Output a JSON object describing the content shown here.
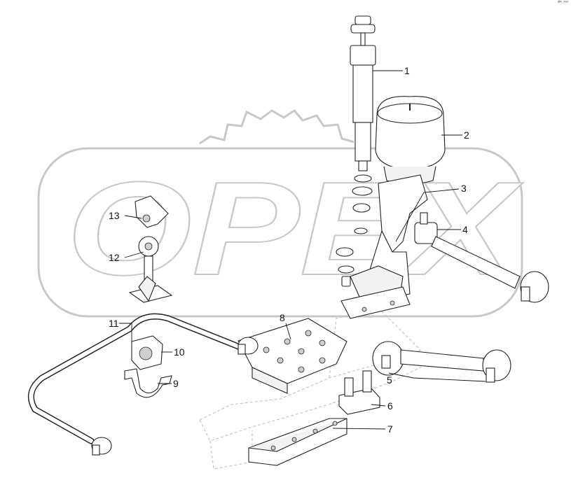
{
  "watermark": {
    "text": "OPEX",
    "color": "#c8c8c8"
  },
  "corner_mark": "ᵃᵇᶜ ᵒᵒᵒ",
  "callouts": [
    {
      "id": "shock-absorber",
      "label": "1"
    },
    {
      "id": "air-spring",
      "label": "2"
    },
    {
      "id": "bracket",
      "label": "3"
    },
    {
      "id": "reaction-rod-upper",
      "label": "4"
    },
    {
      "id": "reaction-rod-lower",
      "label": "5"
    },
    {
      "id": "mount-block",
      "label": "6"
    },
    {
      "id": "base-plate",
      "label": "7"
    },
    {
      "id": "mount-plate",
      "label": "8"
    },
    {
      "id": "clamp",
      "label": "9"
    },
    {
      "id": "bushing",
      "label": "10"
    },
    {
      "id": "stabilizer-bar",
      "label": "11"
    },
    {
      "id": "link-bushing",
      "label": "12"
    },
    {
      "id": "link-bracket",
      "label": "13"
    }
  ]
}
